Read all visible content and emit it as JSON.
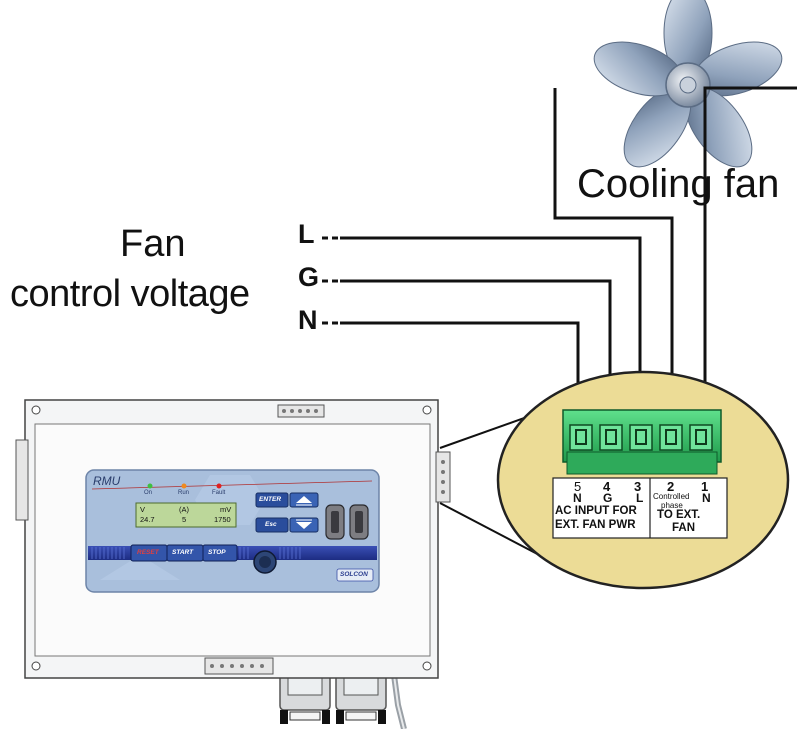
{
  "labels": {
    "cooling_fan": "Cooling fan",
    "fan_line1": "Fan",
    "fan_line2": "control voltage",
    "line_L": "L",
    "line_G": "G",
    "line_N": "N"
  },
  "terminal_block": {
    "left_numbers": [
      "5",
      "4",
      "3"
    ],
    "left_letters": [
      "N",
      "G",
      "L"
    ],
    "left_caption_1": "AC INPUT FOR",
    "left_caption_2": "EXT. FAN PWR",
    "right_numbers": [
      "2",
      "1"
    ],
    "controlled_phase_1": "Controlled",
    "controlled_phase_2": "phase",
    "right_letter": "N",
    "right_caption_1": "TO EXT.",
    "right_caption_2": "FAN"
  },
  "device": {
    "brand": "RMU",
    "leds": [
      "On",
      "Run",
      "Fault"
    ],
    "led_colors": [
      "#3fbf3f",
      "#f08a1e",
      "#e02020"
    ],
    "display_headers": [
      "V",
      "(A)",
      "mV"
    ],
    "display_values": [
      "24.7",
      "5",
      "1750"
    ],
    "buttons": {
      "enter": "ENTER",
      "esc": "Esc",
      "reset": "RESET",
      "start": "START",
      "stop": "STOP"
    },
    "logo": "SOLCON"
  },
  "colors": {
    "zoom_fill": "#ecdc96",
    "terminal_green": "#36c96b",
    "panel_blue": "#a9bfdc"
  }
}
